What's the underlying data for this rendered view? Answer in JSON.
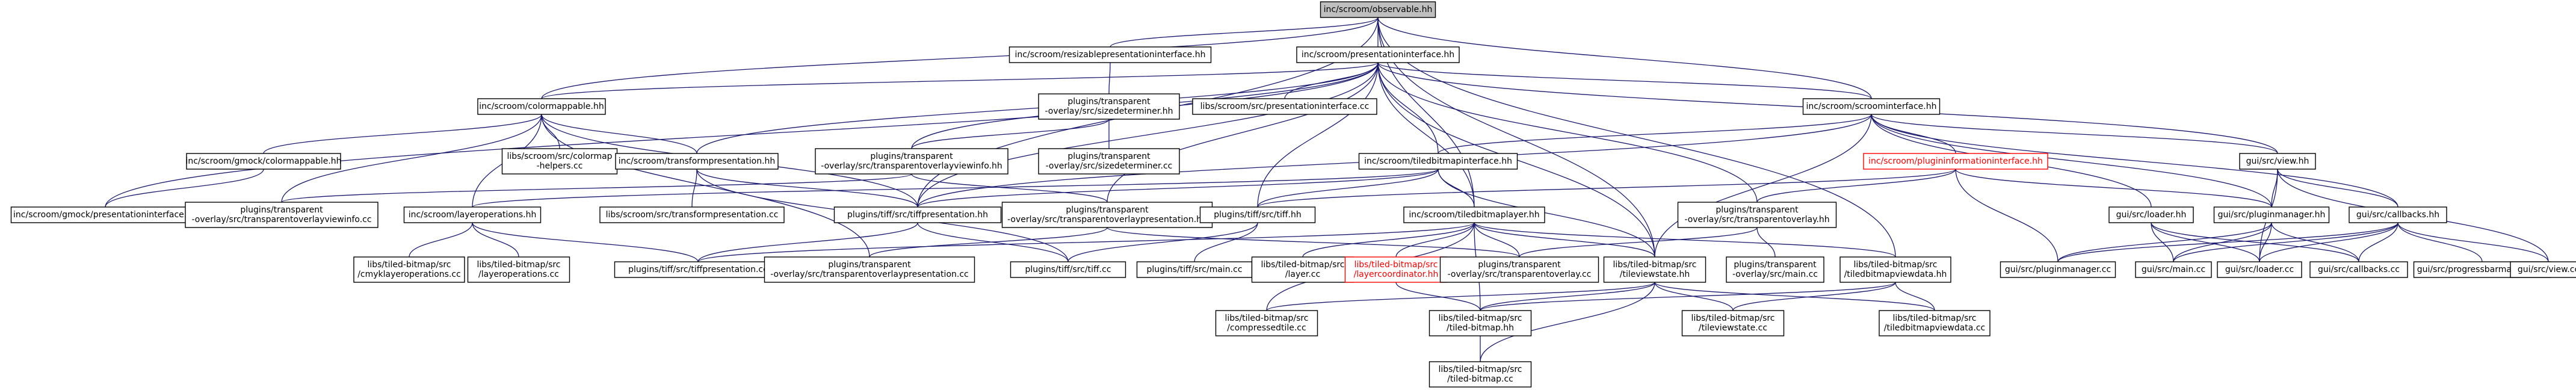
{
  "colors": {
    "edge": "#191970",
    "box_border": "#000000",
    "root_fill": "#bfbfbf",
    "missing_border": "#ff0000",
    "missing_text": "#ff0000"
  },
  "nodes": [
    {
      "id": "observable",
      "lines": [
        "inc/scroom/observable.hh"
      ],
      "kind": "root"
    },
    {
      "id": "resizable",
      "lines": [
        "inc/scroom/resizablepresentationinterface.hh"
      ]
    },
    {
      "id": "presentation",
      "lines": [
        "inc/scroom/presentationinterface.hh"
      ]
    },
    {
      "id": "colormappable",
      "lines": [
        "inc/scroom/colormappable.hh"
      ]
    },
    {
      "id": "sizedeterminer",
      "lines": [
        "plugins/transparent",
        "-overlay/src/sizedeterminer.hh"
      ]
    },
    {
      "id": "libs_presentationinterface_cc",
      "lines": [
        "libs/scroom/src/presentationinterface.cc"
      ]
    },
    {
      "id": "scroominterface",
      "lines": [
        "inc/scroom/scroominterface.hh"
      ]
    },
    {
      "id": "gmock_colormappable",
      "lines": [
        "inc/scroom/gmock/colormappable.hh"
      ]
    },
    {
      "id": "colormap_helpers",
      "lines": [
        "libs/scroom/src/colormap",
        "-helpers.cc"
      ]
    },
    {
      "id": "transformpresentation",
      "lines": [
        "inc/scroom/transformpresentation.hh"
      ]
    },
    {
      "id": "transparentoverlayviewinfo_hh",
      "lines": [
        "plugins/transparent",
        "-overlay/src/transparentoverlayviewinfo.hh"
      ]
    },
    {
      "id": "sizedeterminer_cc",
      "lines": [
        "plugins/transparent",
        "-overlay/src/sizedeterminer.cc"
      ]
    },
    {
      "id": "tiledbitmapinterface",
      "lines": [
        "inc/scroom/tiledbitmapinterface.hh"
      ]
    },
    {
      "id": "view_hh",
      "lines": [
        "gui/src/view.hh"
      ]
    },
    {
      "id": "plugininformationinterface",
      "lines": [
        "inc/scroom/plugininformationinterface.hh"
      ],
      "kind": "missing"
    },
    {
      "id": "gmock_presentationinterface",
      "lines": [
        "inc/scroom/gmock/presentationinterface.hh"
      ]
    },
    {
      "id": "transparentoverlayviewinfo_cc",
      "lines": [
        "plugins/transparent",
        "-overlay/src/transparentoverlayviewinfo.cc"
      ]
    },
    {
      "id": "layeroperations_hh",
      "lines": [
        "inc/scroom/layeroperations.hh"
      ]
    },
    {
      "id": "transformpresentation_cc",
      "lines": [
        "libs/scroom/src/transformpresentation.cc"
      ]
    },
    {
      "id": "tiffpresentation_hh",
      "lines": [
        "plugins/tiff/src/tiffpresentation.hh"
      ]
    },
    {
      "id": "transparentoverlaypresentation_hh",
      "lines": [
        "plugins/transparent",
        "-overlay/src/transparentoverlaypresentation.hh"
      ]
    },
    {
      "id": "tiff_hh",
      "lines": [
        "plugins/tiff/src/tiff.hh"
      ]
    },
    {
      "id": "tiledbitmaplayer",
      "lines": [
        "inc/scroom/tiledbitmaplayer.hh"
      ]
    },
    {
      "id": "transparentoverlay_hh",
      "lines": [
        "plugins/transparent",
        "-overlay/src/transparentoverlay.hh"
      ]
    },
    {
      "id": "loader_hh",
      "lines": [
        "gui/src/loader.hh"
      ]
    },
    {
      "id": "pluginmanager_hh",
      "lines": [
        "gui/src/pluginmanager.hh"
      ]
    },
    {
      "id": "callbacks_hh",
      "lines": [
        "gui/src/callbacks.hh"
      ]
    },
    {
      "id": "cmyklayeroperations",
      "lines": [
        "libs/tiled-bitmap/src",
        "/cmyklayeroperations.cc"
      ]
    },
    {
      "id": "layeroperations_cc",
      "lines": [
        "libs/tiled-bitmap/src",
        "/layeroperations.cc"
      ]
    },
    {
      "id": "tiffpresentation_cc",
      "lines": [
        "plugins/tiff/src/tiffpresentation.cc"
      ]
    },
    {
      "id": "transparentoverlaypresentation_cc",
      "lines": [
        "plugins/transparent",
        "-overlay/src/transparentoverlaypresentation.cc"
      ]
    },
    {
      "id": "tiff_cc",
      "lines": [
        "plugins/tiff/src/tiff.cc"
      ]
    },
    {
      "id": "tiff_main_cc",
      "lines": [
        "plugins/tiff/src/main.cc"
      ]
    },
    {
      "id": "layer_cc",
      "lines": [
        "libs/tiled-bitmap/src",
        "/layer.cc"
      ]
    },
    {
      "id": "layercoordinator",
      "lines": [
        "libs/tiled-bitmap/src",
        "/layercoordinator.hh"
      ],
      "kind": "missing"
    },
    {
      "id": "transparentoverlay_cc",
      "lines": [
        "plugins/transparent",
        "-overlay/src/transparentoverlay.cc"
      ]
    },
    {
      "id": "tileviewstate_hh",
      "lines": [
        "libs/tiled-bitmap/src",
        "/tileviewstate.hh"
      ]
    },
    {
      "id": "tiledbitmapviewdata_hh",
      "lines": [
        "libs/tiled-bitmap/src",
        "/tiledbitmapviewdata.hh"
      ]
    },
    {
      "id": "overlay_main_cc",
      "lines": [
        "plugins/transparent",
        "-overlay/src/main.cc"
      ]
    },
    {
      "id": "pluginmanager_cc",
      "lines": [
        "gui/src/pluginmanager.cc"
      ]
    },
    {
      "id": "gui_main_cc",
      "lines": [
        "gui/src/main.cc"
      ]
    },
    {
      "id": "loader_cc",
      "lines": [
        "gui/src/loader.cc"
      ]
    },
    {
      "id": "callbacks_cc",
      "lines": [
        "gui/src/callbacks.cc"
      ]
    },
    {
      "id": "progressbarmanager_cc",
      "lines": [
        "gui/src/progressbarmanager.cc"
      ]
    },
    {
      "id": "view_cc",
      "lines": [
        "gui/src/view.cc"
      ]
    },
    {
      "id": "compressedtile",
      "lines": [
        "libs/tiled-bitmap/src",
        "/compressedtile.cc"
      ]
    },
    {
      "id": "tiled_bitmap_hh",
      "lines": [
        "libs/tiled-bitmap/src",
        "/tiled-bitmap.hh"
      ]
    },
    {
      "id": "tileviewstate_cc",
      "lines": [
        "libs/tiled-bitmap/src",
        "/tileviewstate.cc"
      ]
    },
    {
      "id": "tiledbitmapviewdata_cc",
      "lines": [
        "libs/tiled-bitmap/src",
        "/tiledbitmapviewdata.cc"
      ]
    },
    {
      "id": "tiled_bitmap_cc",
      "lines": [
        "libs/tiled-bitmap/src",
        "/tiled-bitmap.cc"
      ]
    }
  ],
  "edges": [
    [
      "observable",
      "presentation"
    ],
    [
      "observable",
      "colormappable"
    ],
    [
      "observable",
      "scroominterface"
    ],
    [
      "observable",
      "tiledbitmaplayer"
    ],
    [
      "observable",
      "tileviewstate_hh"
    ],
    [
      "observable",
      "tiffpresentation_hh"
    ],
    [
      "observable",
      "tiledbitmapviewdata_hh"
    ],
    [
      "observable",
      "resizable"
    ],
    [
      "resizable",
      "sizedeterminer"
    ],
    [
      "presentation",
      "colormappable"
    ],
    [
      "presentation",
      "libs_presentationinterface_cc"
    ],
    [
      "presentation",
      "scroominterface"
    ],
    [
      "presentation",
      "transformpresentation"
    ],
    [
      "presentation",
      "transparentoverlayviewinfo_hh"
    ],
    [
      "presentation",
      "tiledbitmapinterface"
    ],
    [
      "presentation",
      "gmock_presentationinterface"
    ],
    [
      "presentation",
      "view_hh"
    ],
    [
      "presentation",
      "tiffpresentation_hh"
    ],
    [
      "presentation",
      "transparentoverlaypresentation_hh"
    ],
    [
      "presentation",
      "tiff_hh"
    ],
    [
      "presentation",
      "tiledbitmaplayer"
    ],
    [
      "presentation",
      "transparentoverlay_hh"
    ],
    [
      "presentation",
      "tileviewstate_hh"
    ],
    [
      "colormappable",
      "gmock_colormappable"
    ],
    [
      "colormappable",
      "colormap_helpers"
    ],
    [
      "colormappable",
      "transformpresentation"
    ],
    [
      "colormappable",
      "transparentoverlayviewinfo_cc"
    ],
    [
      "colormappable",
      "layeroperations_hh"
    ],
    [
      "colormappable",
      "tiffpresentation_hh"
    ],
    [
      "colormappable",
      "transparentoverlaypresentation_cc"
    ],
    [
      "sizedeterminer",
      "transparentoverlayviewinfo_hh"
    ],
    [
      "sizedeterminer",
      "sizedeterminer_cc"
    ],
    [
      "scroominterface",
      "tiledbitmapinterface"
    ],
    [
      "scroominterface",
      "plugininformationinterface"
    ],
    [
      "scroominterface",
      "view_hh"
    ],
    [
      "scroominterface",
      "loader_hh"
    ],
    [
      "scroominterface",
      "pluginmanager_hh"
    ],
    [
      "scroominterface",
      "callbacks_hh"
    ],
    [
      "scroominterface",
      "tiffpresentation_hh"
    ],
    [
      "scroominterface",
      "tileviewstate_hh"
    ],
    [
      "gmock_colormappable",
      "gmock_presentationinterface"
    ],
    [
      "transformpresentation",
      "transformpresentation_cc"
    ],
    [
      "transformpresentation",
      "tiffpresentation_hh"
    ],
    [
      "transformpresentation",
      "tiff_cc"
    ],
    [
      "transparentoverlayviewinfo_hh",
      "transparentoverlayviewinfo_cc"
    ],
    [
      "transparentoverlayviewinfo_hh",
      "transparentoverlaypresentation_hh"
    ],
    [
      "tiledbitmapinterface",
      "tiffpresentation_hh"
    ],
    [
      "tiledbitmapinterface",
      "tiff_hh"
    ],
    [
      "tiledbitmapinterface",
      "tiledbitmaplayer"
    ],
    [
      "tiledbitmapinterface",
      "tileviewstate_hh"
    ],
    [
      "tiledbitmapinterface",
      "layeroperations_hh"
    ],
    [
      "view_hh",
      "pluginmanager_hh"
    ],
    [
      "view_hh",
      "callbacks_hh"
    ],
    [
      "view_hh",
      "view_cc"
    ],
    [
      "view_hh",
      "loader_cc"
    ],
    [
      "plugininformationinterface",
      "transparentoverlay_hh"
    ],
    [
      "plugininformationinterface",
      "pluginmanager_hh"
    ],
    [
      "plugininformationinterface",
      "tiff_hh"
    ],
    [
      "plugininformationinterface",
      "pluginmanager_cc"
    ],
    [
      "layeroperations_hh",
      "cmyklayeroperations"
    ],
    [
      "layeroperations_hh",
      "layeroperations_cc"
    ],
    [
      "layeroperations_hh",
      "tiffpresentation_cc"
    ],
    [
      "tiffpresentation_hh",
      "tiffpresentation_cc"
    ],
    [
      "tiffpresentation_hh",
      "tiff_cc"
    ],
    [
      "transparentoverlaypresentation_hh",
      "transparentoverlaypresentation_cc"
    ],
    [
      "transparentoverlaypresentation_hh",
      "transparentoverlay_cc"
    ],
    [
      "tiff_hh",
      "tiff_cc"
    ],
    [
      "tiff_hh",
      "tiff_main_cc"
    ],
    [
      "tiledbitmaplayer",
      "layer_cc"
    ],
    [
      "tiledbitmaplayer",
      "layercoordinator"
    ],
    [
      "tiledbitmaplayer",
      "transparentoverlay_cc"
    ],
    [
      "tiledbitmaplayer",
      "tileviewstate_hh"
    ],
    [
      "tiledbitmaplayer",
      "tiledbitmapviewdata_hh"
    ],
    [
      "tiledbitmaplayer",
      "compressedtile"
    ],
    [
      "tiledbitmaplayer",
      "tiled_bitmap_hh"
    ],
    [
      "tiledbitmaplayer",
      "tiffpresentation_cc"
    ],
    [
      "transparentoverlay_hh",
      "transparentoverlay_cc"
    ],
    [
      "transparentoverlay_hh",
      "overlay_main_cc"
    ],
    [
      "loader_hh",
      "gui_main_cc"
    ],
    [
      "loader_hh",
      "loader_cc"
    ],
    [
      "loader_hh",
      "callbacks_cc"
    ],
    [
      "pluginmanager_hh",
      "pluginmanager_cc"
    ],
    [
      "pluginmanager_hh",
      "gui_main_cc"
    ],
    [
      "pluginmanager_hh",
      "loader_cc"
    ],
    [
      "pluginmanager_hh",
      "callbacks_cc"
    ],
    [
      "callbacks_hh",
      "callbacks_cc"
    ],
    [
      "callbacks_hh",
      "gui_main_cc"
    ],
    [
      "callbacks_hh",
      "loader_cc"
    ],
    [
      "callbacks_hh",
      "progressbarmanager_cc"
    ],
    [
      "callbacks_hh",
      "view_cc"
    ],
    [
      "callbacks_hh",
      "pluginmanager_cc"
    ],
    [
      "layercoordinator",
      "tiled_bitmap_hh"
    ],
    [
      "tileviewstate_hh",
      "tiled_bitmap_hh"
    ],
    [
      "tileviewstate_hh",
      "tileviewstate_cc"
    ],
    [
      "tileviewstate_hh",
      "compressedtile"
    ],
    [
      "tileviewstate_hh",
      "tiledbitmapviewdata_cc"
    ],
    [
      "tileviewstate_hh",
      "tiled_bitmap_cc"
    ],
    [
      "tiledbitmapviewdata_hh",
      "tiled_bitmap_hh"
    ],
    [
      "tiledbitmapviewdata_hh",
      "tiledbitmapviewdata_cc"
    ],
    [
      "tiledbitmapviewdata_hh",
      "tileviewstate_cc"
    ],
    [
      "tiled_bitmap_hh",
      "tiled_bitmap_cc"
    ]
  ]
}
